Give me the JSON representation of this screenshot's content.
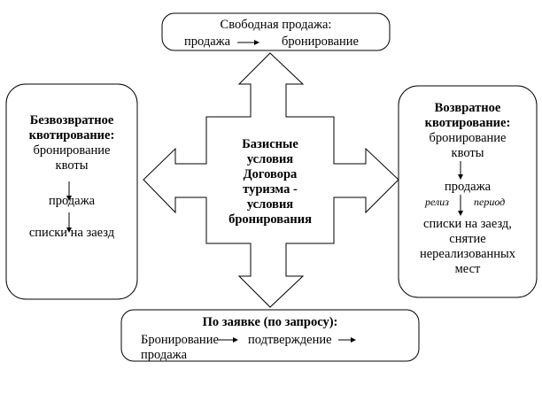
{
  "center": {
    "lines": [
      "Базисные",
      "условия",
      "Договора",
      "туризма -",
      "условия",
      "бронирования"
    ]
  },
  "top": {
    "title": "Свободная продажа:",
    "step1": "продажа",
    "step2": "бронирование"
  },
  "left": {
    "title_lines": [
      "Безвозвратное",
      "квотирование:"
    ],
    "step1_lines": [
      "бронирование",
      "квоты"
    ],
    "step2": "продажа",
    "step3": "списки на заезд"
  },
  "right": {
    "title_lines": [
      "Возвратное",
      "квотирование:"
    ],
    "step1_lines": [
      "бронирование",
      "квоты"
    ],
    "step2": "продажа",
    "release_left": "релиз",
    "release_right": "период",
    "step3_lines": [
      "списки на заезд,",
      "снятие",
      "нереализованных",
      "мест"
    ]
  },
  "bottom": {
    "title": "По заявке (по запросу):",
    "step1": "Бронирование",
    "step2": "подтверждение",
    "step3": "продажа"
  }
}
